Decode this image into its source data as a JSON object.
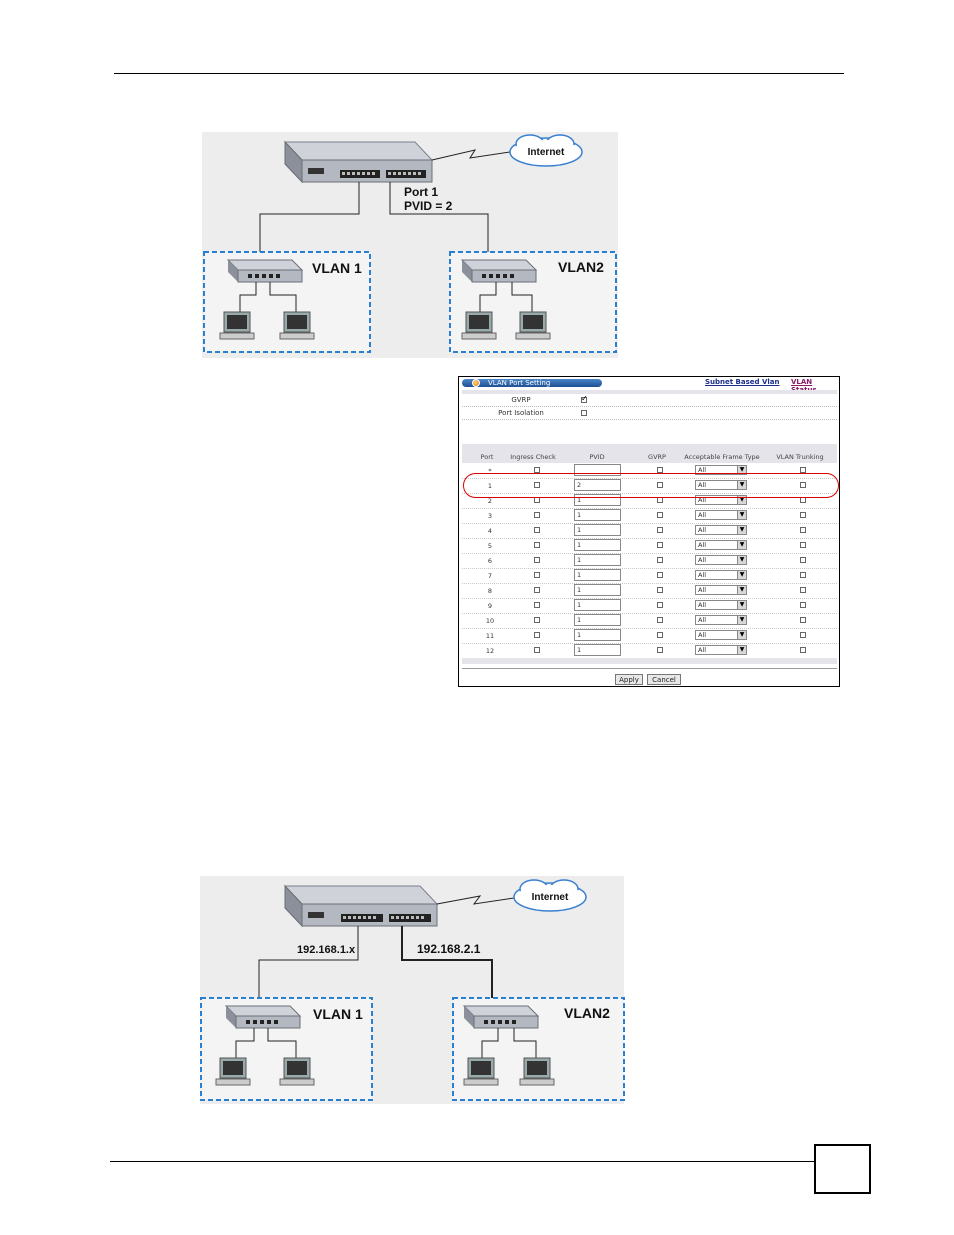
{
  "figure1": {
    "cloud_label": "Internet",
    "port_label": "Port 1",
    "pvid_label": "PVID = 2",
    "vlan_a": "VLAN 1",
    "vlan_b": "VLAN2"
  },
  "screen": {
    "title": "VLAN Port Setting",
    "link_subnet": "Subnet Based Vlan",
    "link_status": "VLAN Status",
    "gvrp_label": "GVRP",
    "gvrp_checked": true,
    "isolation_label": "Port Isolation",
    "isolation_checked": false,
    "headers": {
      "port": "Port",
      "ingress": "Ingress Check",
      "pvid": "PVID",
      "gvrp": "GVRP",
      "frame": "Acceptable Frame Type",
      "trunk": "VLAN Trunking"
    },
    "rows": [
      {
        "port": "*",
        "pvid": "",
        "frame": "All"
      },
      {
        "port": "1",
        "pvid": "2",
        "frame": "All"
      },
      {
        "port": "2",
        "pvid": "1",
        "frame": "All"
      },
      {
        "port": "3",
        "pvid": "1",
        "frame": "All"
      },
      {
        "port": "4",
        "pvid": "1",
        "frame": "All"
      },
      {
        "port": "5",
        "pvid": "1",
        "frame": "All"
      },
      {
        "port": "6",
        "pvid": "1",
        "frame": "All"
      },
      {
        "port": "7",
        "pvid": "1",
        "frame": "All"
      },
      {
        "port": "8",
        "pvid": "1",
        "frame": "All"
      },
      {
        "port": "9",
        "pvid": "1",
        "frame": "All"
      },
      {
        "port": "10",
        "pvid": "1",
        "frame": "All"
      },
      {
        "port": "11",
        "pvid": "1",
        "frame": "All"
      },
      {
        "port": "12",
        "pvid": "1",
        "frame": "All"
      }
    ],
    "apply_label": "Apply",
    "cancel_label": "Cancel"
  },
  "figure2": {
    "cloud_label": "Internet",
    "left_ip": "192.168.1.x",
    "right_ip": "192.168.2.1",
    "vlan_a": "VLAN 1",
    "vlan_b": "VLAN2"
  },
  "icons": [
    "switch-icon",
    "cloud-icon",
    "hub-icon",
    "computer-icon",
    "dropdown-arrow-icon",
    "checkbox-icon"
  ]
}
